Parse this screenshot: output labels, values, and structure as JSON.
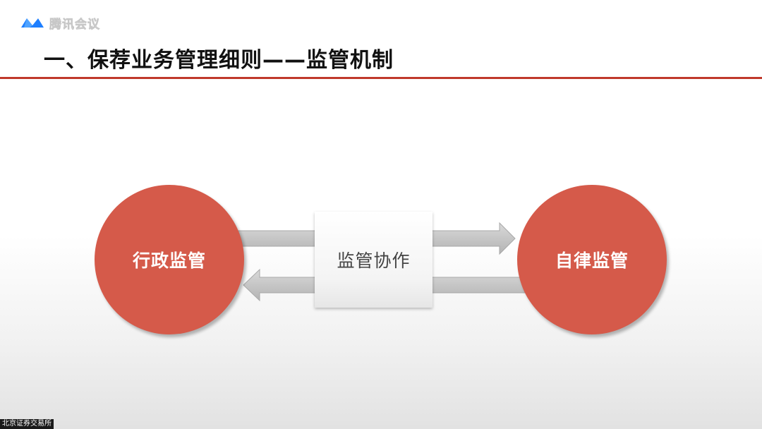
{
  "watermark": {
    "logo_icon": "tencent-meeting-logo-icon",
    "text": "腾讯会议",
    "brand_color": "#1e7fff"
  },
  "slide": {
    "title": "一、保荐业务管理细则——监管机制",
    "accent_color": "#c0392b"
  },
  "diagram": {
    "left_node": {
      "label": "行政监管",
      "color": "#d55a4a"
    },
    "center_node": {
      "label": "监管协作"
    },
    "right_node": {
      "label": "自律监管",
      "color": "#d55a4a"
    },
    "arrows": [
      {
        "from": "行政监管",
        "to": "自律监管",
        "icon": "arrow-right-icon"
      },
      {
        "from": "自律监管",
        "to": "行政监管",
        "icon": "arrow-left-icon"
      }
    ]
  },
  "footer": {
    "source": "北京证券交易所"
  }
}
